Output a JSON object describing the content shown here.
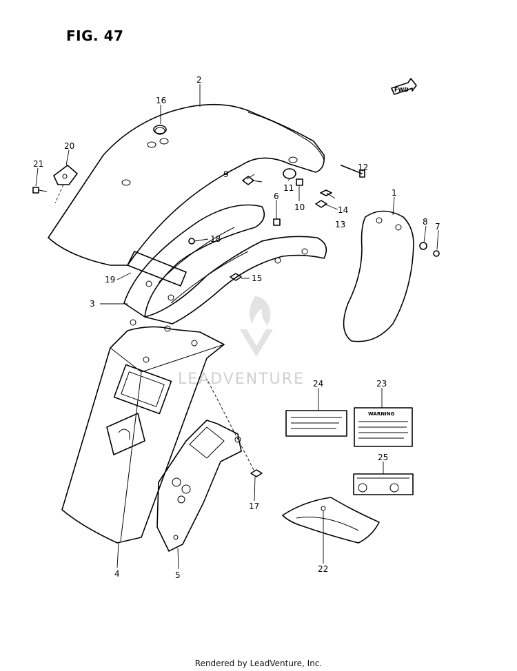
{
  "figure": {
    "title": "FIG. 47"
  },
  "fwd_mark": "FWD",
  "watermark": "LEADVENTURE",
  "warning_label_heading": "WARNING",
  "footer": "Rendered by LeadVenture, Inc.",
  "callouts": {
    "c1": "1",
    "c2": "2",
    "c3": "3",
    "c4": "4",
    "c5": "5",
    "c7": "7",
    "c8": "8",
    "c9": "9",
    "c10": "10",
    "c11": "11",
    "c12": "12",
    "c13": "13",
    "c14": "14",
    "c15": "15",
    "c16": "16",
    "c17": "17",
    "c18": "18",
    "c19": "19",
    "c20": "20",
    "c21": "21",
    "c22": "22",
    "c23": "23",
    "c24": "24",
    "c25": "25",
    "c6": "6"
  }
}
